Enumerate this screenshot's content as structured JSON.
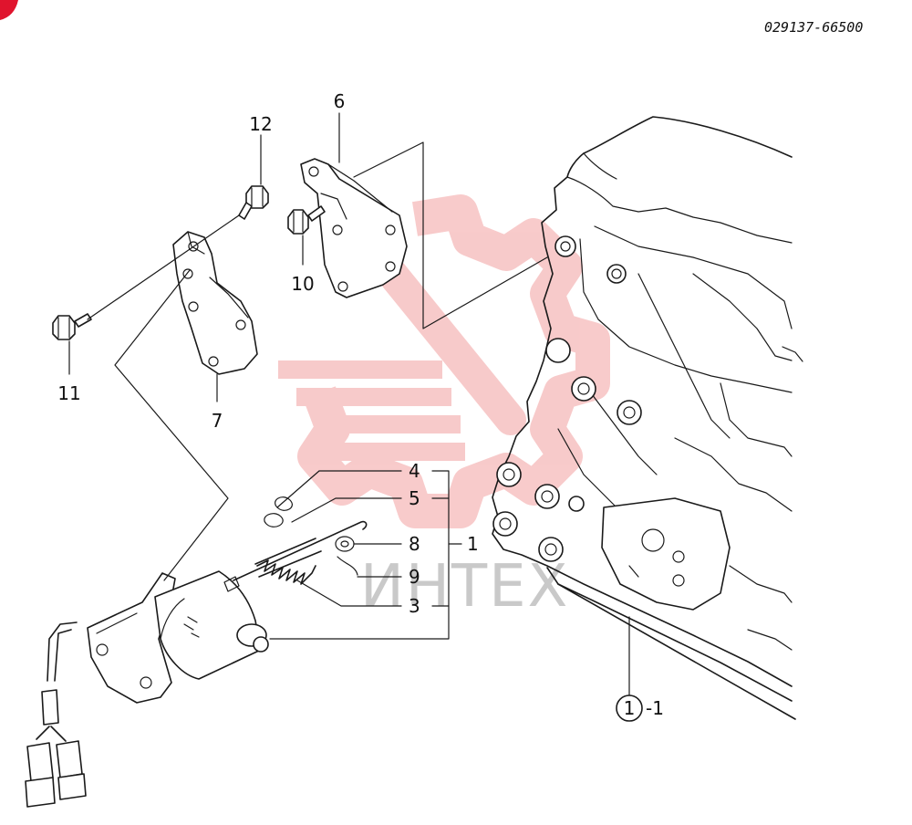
{
  "doc_number": "029137-66500",
  "watermark": "ИНТЕХ",
  "colors": {
    "line": "#1a1a1a",
    "watermark_red": "#f2a0a0",
    "watermark_gray": "#c9c9c9",
    "corner_mark": "#e0142d"
  },
  "callouts": {
    "c12": "12",
    "c6": "6",
    "c10": "10",
    "c11": "11",
    "c7": "7",
    "c4": "4",
    "c5": "5",
    "c8": "8",
    "c1": "1",
    "c9": "9",
    "c3": "3",
    "c1_1_circle": "1",
    "c1_1_suffix": "-1"
  }
}
